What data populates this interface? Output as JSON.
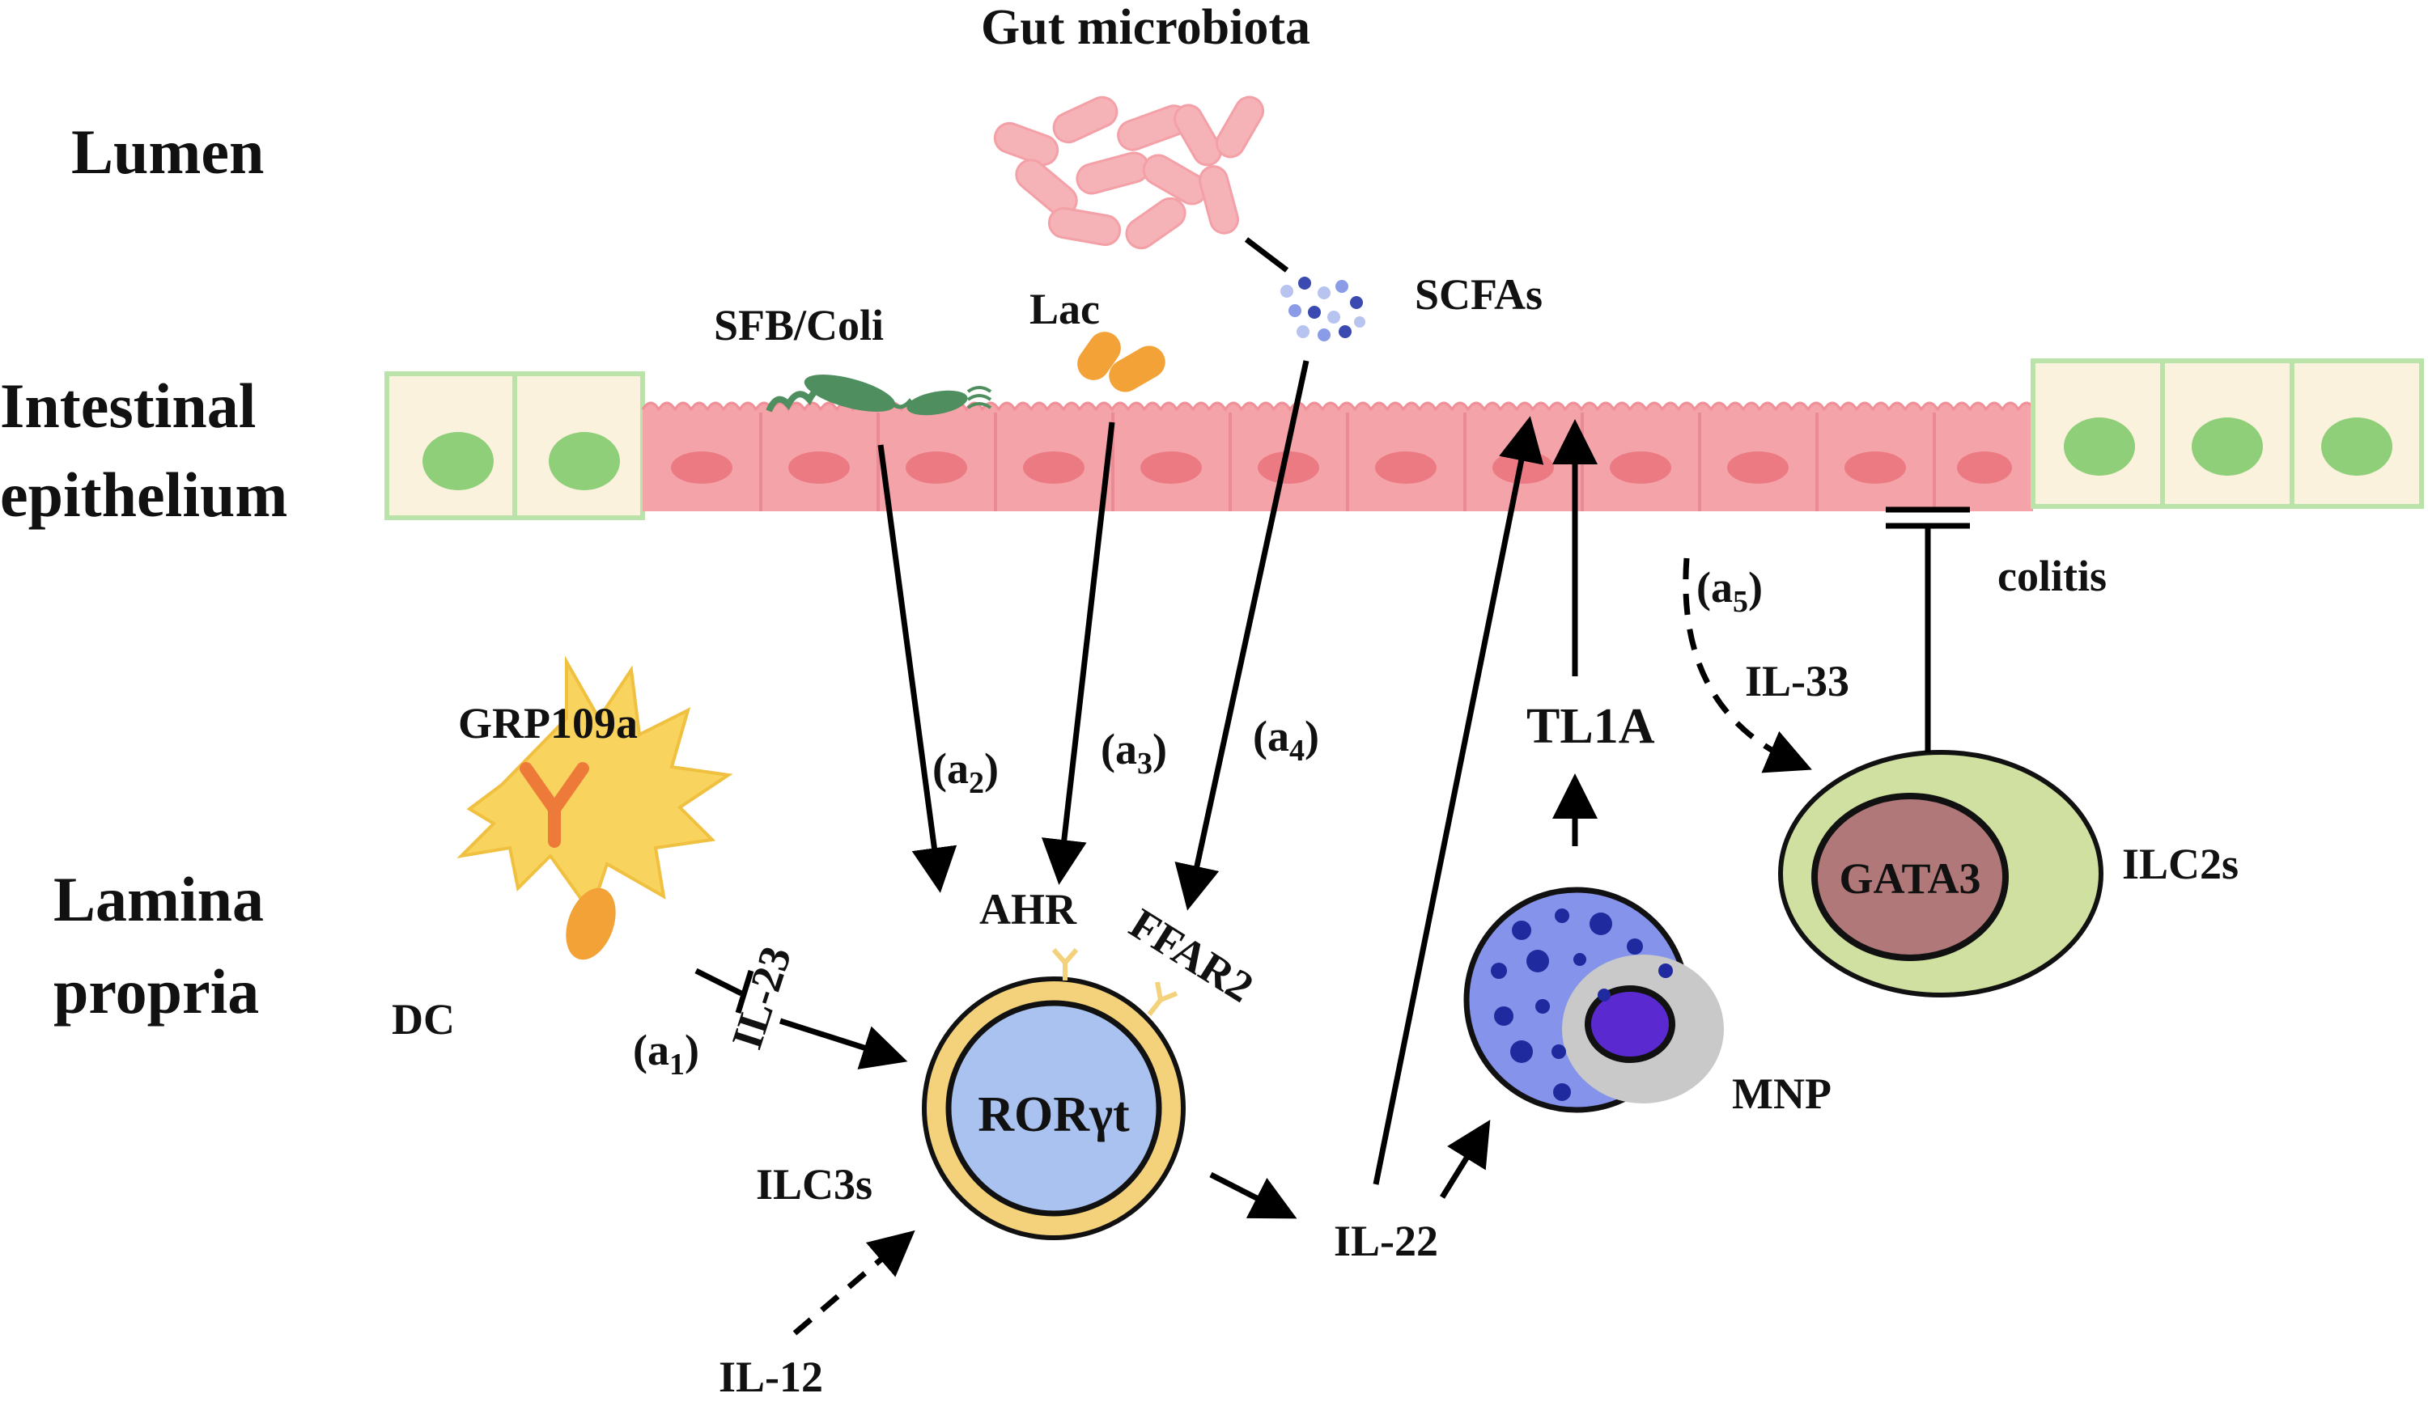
{
  "regions": {
    "lumen": "Lumen",
    "epithelium_line1": "Intestinal",
    "epithelium_line2": "epithelium",
    "lamina_line1": "Lamina",
    "lamina_line2": "propria"
  },
  "microbes": {
    "gut_microbiota": "Gut microbiota",
    "sfb_coli": "SFB/Coli",
    "lac": "Lac",
    "scfas": "SCFAs"
  },
  "cells": {
    "dc": "DC",
    "grp109a": "GRP109a",
    "ilc3s": "ILC3s",
    "rorgt": "RORγt",
    "ahr": "AHR",
    "ffar2": "FFAR2",
    "mnp": "MNP",
    "ilc2s": "ILC2s",
    "gata3": "GATA3"
  },
  "cytokines": {
    "il23": "IL-23",
    "il12": "IL-12",
    "il22": "IL-22",
    "tl1a": "TL1A",
    "il33": "IL-33",
    "colitis": "colitis"
  },
  "pathways": {
    "a1": {
      "base": "(a",
      "sub": "1",
      "close": ")"
    },
    "a2": {
      "base": "(a",
      "sub": "2",
      "close": ")"
    },
    "a3": {
      "base": "(a",
      "sub": "3",
      "close": ")"
    },
    "a4": {
      "base": "(a",
      "sub": "4",
      "close": ")"
    },
    "a5": {
      "base": "(a",
      "sub": "5",
      "close": ")"
    }
  },
  "colors": {
    "epithelium_red": "#f4a3a8",
    "epithelium_red_nucleus": "#ec7a83",
    "goblet_fill": "#fbf2de",
    "goblet_nucleus": "#8fcf79",
    "goblet_border": "#b9e3a8",
    "bacteria_pink": "#f5b3b8",
    "sfb_green": "#4f8f5f",
    "lac_orange": "#f3a238",
    "dc_yellow": "#f8d35e",
    "ilc3_ring": "#f3d27b",
    "ilc3_core": "#aac2ef",
    "mnp_blue": "#8593ea",
    "mnp_dots": "#1f2a9e",
    "ilc2_ring": "#cfe0a0",
    "gata3_core": "#b07878"
  }
}
